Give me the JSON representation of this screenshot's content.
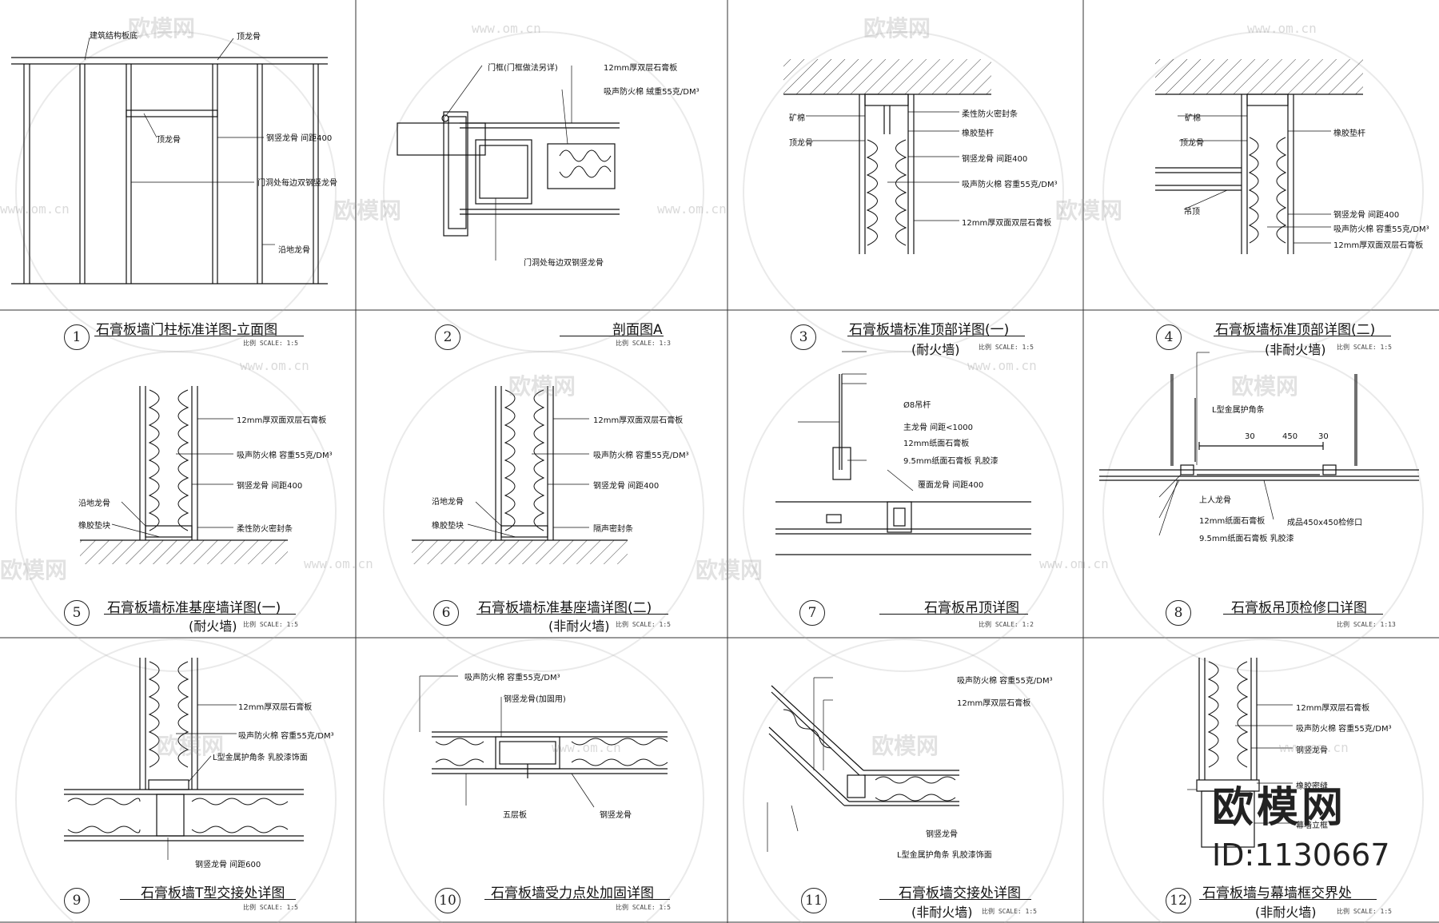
{
  "watermark": {
    "brand": "欧模网",
    "url": "www.om.cn"
  },
  "stamp": {
    "logo": "欧模网",
    "id": "ID:1130667"
  },
  "panels": [
    {
      "num": "1",
      "title": "石膏板墙门柱标准详图-立面图",
      "subtitle": "",
      "scale": "比例 SCALE: 1:5",
      "labels": [
        "建筑结构板底",
        "顶龙骨",
        "顶龙骨",
        "钢竖龙骨 间距400",
        "门洞处每边双钢竖龙骨",
        "沿地龙骨"
      ]
    },
    {
      "num": "2",
      "title": "剖面图A",
      "subtitle": "",
      "scale": "比例 SCALE: 1:3",
      "labels": [
        "门框(门框做法另详)",
        "12mm厚双层石膏板",
        "吸声防火棉 絨重55克/DM³",
        "门洞处每边双钢竖龙骨"
      ]
    },
    {
      "num": "3",
      "title": "石膏板墙标准顶部详图(一)",
      "subtitle": "(耐火墙)",
      "scale": "比例 SCALE: 1:5",
      "labels": [
        "矿棉",
        "顶龙骨",
        "柔性防火密封条",
        "橡胶垫杆",
        "钢竖龙骨 间距400",
        "吸声防火棉 容重55克/DM³",
        "12mm厚双面双层石膏板"
      ]
    },
    {
      "num": "4",
      "title": "石膏板墙标准顶部详图(二)",
      "subtitle": "(非耐火墙)",
      "scale": "比例 SCALE: 1:5",
      "labels": [
        "矿棉",
        "顶龙骨",
        "橡胶垫杆",
        "吊顶",
        "钢竖龙骨 间距400",
        "吸声防火棉 容重55克/DM³",
        "12mm厚双面双层石膏板"
      ]
    },
    {
      "num": "5",
      "title": "石膏板墙标准基座墙详图(一)",
      "subtitle": "(耐火墙)",
      "scale": "比例 SCALE: 1:5",
      "labels": [
        "12mm厚双面双层石膏板",
        "吸声防火棉 容重55克/DM³",
        "钢竖龙骨 间距400",
        "沿地龙骨",
        "橡胶垫块",
        "柔性防火密封条"
      ]
    },
    {
      "num": "6",
      "title": "石膏板墙标准基座墙详图(二)",
      "subtitle": "(非耐火墙)",
      "scale": "比例 SCALE: 1:5",
      "labels": [
        "12mm厚双面双层石膏板",
        "吸声防火棉 容重55克/DM³",
        "钢竖龙骨 间距400",
        "沿地龙骨",
        "橡胶垫块",
        "隔声密封条"
      ]
    },
    {
      "num": "7",
      "title": "石膏板吊顶详图",
      "subtitle": "",
      "scale": "比例 SCALE: 1:2",
      "labels": [
        "Ø8吊杆",
        "主龙骨 间距<1000",
        "12mm纸面石膏板",
        "9.5mm纸面石膏板 乳胶漆",
        "覆面龙骨 间距400"
      ]
    },
    {
      "num": "8",
      "title": "石膏板吊顶检修口详图",
      "subtitle": "",
      "scale": "比例 SCALE: 1:13",
      "labels": [
        "L型金属护角条",
        "30",
        "450",
        "30",
        "上人龙骨",
        "12mm纸面石膏板",
        "成品450x450检修口",
        "9.5mm纸面石膏板 乳胶漆"
      ]
    },
    {
      "num": "9",
      "title": "石膏板墙T型交接处详图",
      "subtitle": "",
      "scale": "比例 SCALE: 1:5",
      "labels": [
        "12mm厚双层石膏板",
        "吸声防火棉 容重55克/DM³",
        "L型金属护角条 乳胶漆饰面",
        "钢竖龙骨 间距600"
      ]
    },
    {
      "num": "10",
      "title": "石膏板墙受力点处加固详图",
      "subtitle": "",
      "scale": "比例 SCALE: 1:5",
      "labels": [
        "吸声防火棉 容重55克/DM³",
        "钢竖龙骨(加固用)",
        "五层板",
        "钢竖龙骨"
      ]
    },
    {
      "num": "11",
      "title": "石膏板墙交接处详图",
      "subtitle": "(非耐火墙)",
      "scale": "比例 SCALE: 1:5",
      "labels": [
        "吸声防火棉 容重55克/DM³",
        "12mm厚双层石膏板",
        "钢竖龙骨",
        "L型金属护角条 乳胶漆饰面"
      ]
    },
    {
      "num": "12",
      "title": "石膏板墙与幕墙框交界处",
      "subtitle": "(非耐火墙)",
      "scale": "比例 SCALE: 1:5",
      "labels": [
        "12mm厚双层石膏板",
        "吸声防火棉 容重55克/DM³",
        "钢竖龙骨",
        "橡胶密缝",
        "幕墙立框"
      ]
    }
  ]
}
